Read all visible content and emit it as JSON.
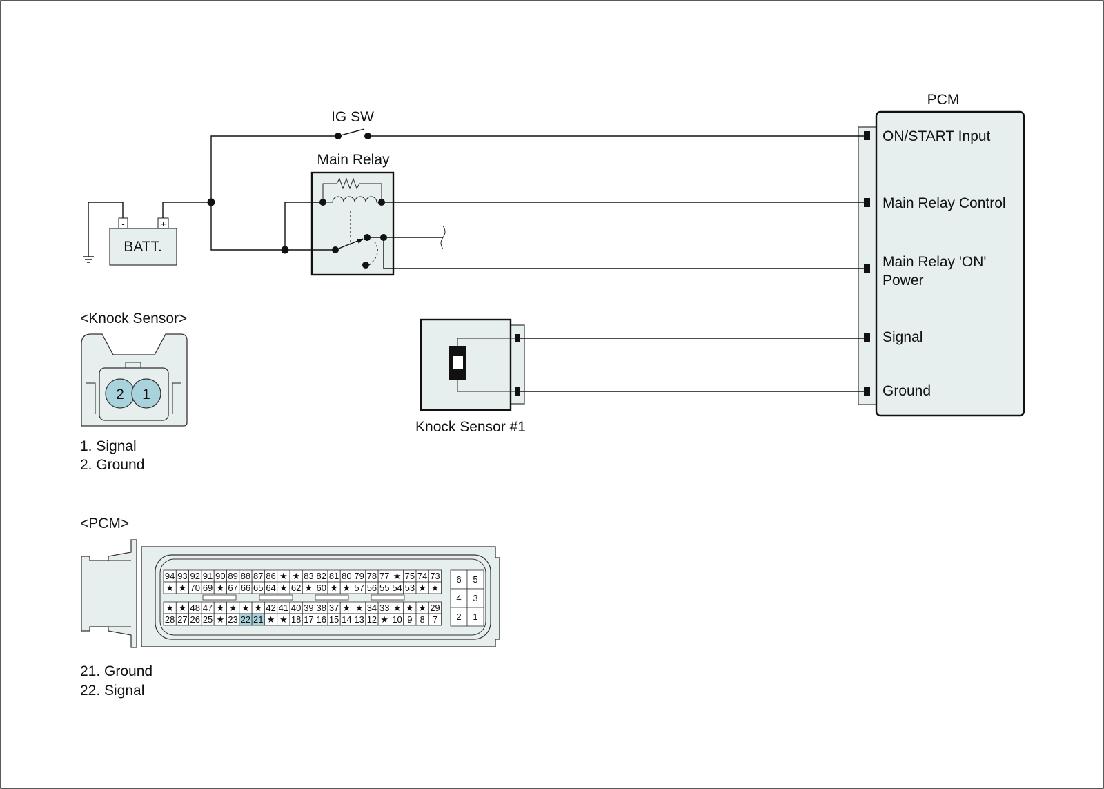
{
  "pcm_module": {
    "title": "PCM",
    "pins": [
      {
        "label": "ON/START Input"
      },
      {
        "label": "Main Relay Control"
      },
      {
        "label_line1": "Main Relay 'ON'",
        "label_line2": "Power"
      },
      {
        "label": "Signal"
      },
      {
        "label": "Ground"
      }
    ]
  },
  "ig_switch": {
    "label": "IG SW"
  },
  "main_relay": {
    "label": "Main Relay"
  },
  "battery": {
    "label": "BATT.",
    "neg": "-",
    "pos": "+"
  },
  "knock_sensor_unit": {
    "label": "Knock Sensor #1"
  },
  "knock_connector": {
    "title": "<Knock Sensor>",
    "pin_numbers": [
      "2",
      "1"
    ],
    "legend": [
      "1. Signal",
      "2. Ground"
    ]
  },
  "pcm_connector": {
    "title": "<PCM>",
    "row1": [
      "94",
      "93",
      "92",
      "91",
      "90",
      "89",
      "88",
      "87",
      "86",
      "★",
      "★",
      "83",
      "82",
      "81",
      "80",
      "79",
      "78",
      "77",
      "★",
      "75",
      "74",
      "73"
    ],
    "row2": [
      "★",
      "★",
      "70",
      "69",
      "★",
      "67",
      "66",
      "65",
      "64",
      "★",
      "62",
      "★",
      "60",
      "★",
      "★",
      "57",
      "56",
      "55",
      "54",
      "53",
      "★",
      "★"
    ],
    "row3": [
      "★",
      "★",
      "48",
      "47",
      "★",
      "★",
      "★",
      "★",
      "42",
      "41",
      "40",
      "39",
      "38",
      "37",
      "★",
      "★",
      "34",
      "33",
      "★",
      "★",
      "★",
      "29"
    ],
    "row4": [
      "28",
      "27",
      "26",
      "25",
      "★",
      "23",
      "22",
      "21",
      "★",
      "★",
      "18",
      "17",
      "16",
      "15",
      "14",
      "13",
      "12",
      "★",
      "10",
      "9",
      "8",
      "7"
    ],
    "highlight_pins": [
      "21",
      "22"
    ],
    "side_block": [
      "6",
      "5",
      "4",
      "3",
      "2",
      "1"
    ],
    "legend": [
      "21. Ground",
      "22. Signal"
    ]
  },
  "colors": {
    "module_fill": "#e7eeee",
    "pin_fill": "#a9d3dc",
    "highlight": "#a9d3dc",
    "line": "#111111"
  }
}
